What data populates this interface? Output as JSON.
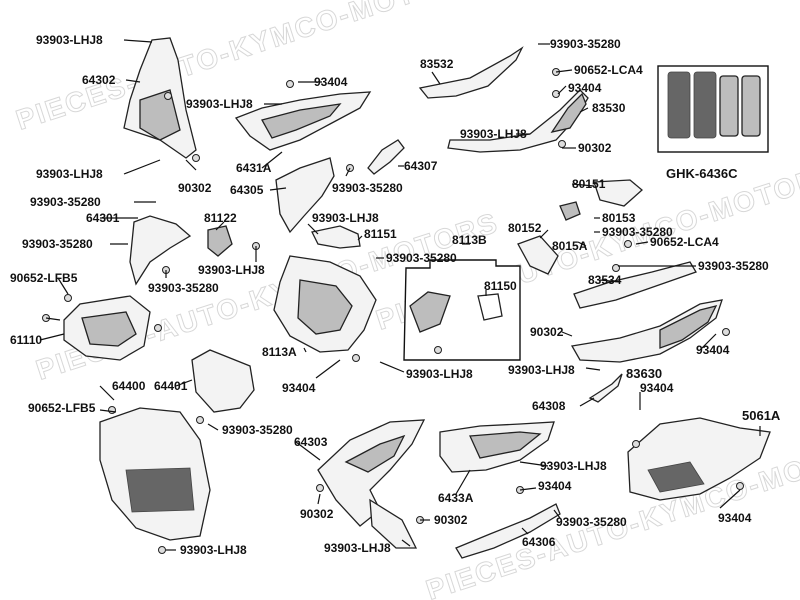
{
  "watermark": {
    "text": "PIECES-AUTO-KYMCO-MOTORS"
  },
  "labels": {
    "l1": "93903-LHJ8",
    "l2": "64302",
    "l3": "93903-LHJ8",
    "l4": "90302",
    "l5": "93404",
    "l6": "93903-LHJ8",
    "l7": "6431A",
    "l8": "64305",
    "l9": "64307",
    "l10": "93903-35280",
    "l11": "83532",
    "l12": "93903-35280",
    "l13": "90652-LCA4",
    "l14": "93404",
    "l15": "83530",
    "l16": "93903-LHJ8",
    "l17": "90302",
    "l18": "GHK-6436C",
    "l19": "93903-35280",
    "l20": "64301",
    "l21": "93903-35280",
    "l22": "93903-35280",
    "l23": "81122",
    "l24": "93903-LHJ8",
    "l25": "93903-LHJ8",
    "l26": "81151",
    "l27": "80151",
    "l28": "80152",
    "l29": "80153",
    "l30": "93903-35280",
    "l31": "8015A",
    "l32": "90652-LCA4",
    "l33": "93903-35280",
    "l34": "8113B",
    "l35": "93903-35280",
    "l36": "81150",
    "l37": "83534",
    "l38": "90652-LFB5",
    "l39": "61110",
    "l40": "8113A",
    "l41": "90302",
    "l42": "93404",
    "l43": "93404",
    "l44": "93903-LHJ8",
    "l45": "93903-LHJ8",
    "l46": "83630",
    "l47": "93404",
    "l48": "64400",
    "l49": "64401",
    "l50": "90652-LFB5",
    "l51": "93903-35280",
    "l52": "64308",
    "l53": "5061A",
    "l54": "64303",
    "l55": "93903-LHJ8",
    "l56": "6433A",
    "l57": "93404",
    "l58": "90302",
    "l59": "90302",
    "l60": "93903-35280",
    "l61": "64306",
    "l62": "93404",
    "l63": "93903-LHJ8",
    "l64": "93903-LHJ8"
  }
}
